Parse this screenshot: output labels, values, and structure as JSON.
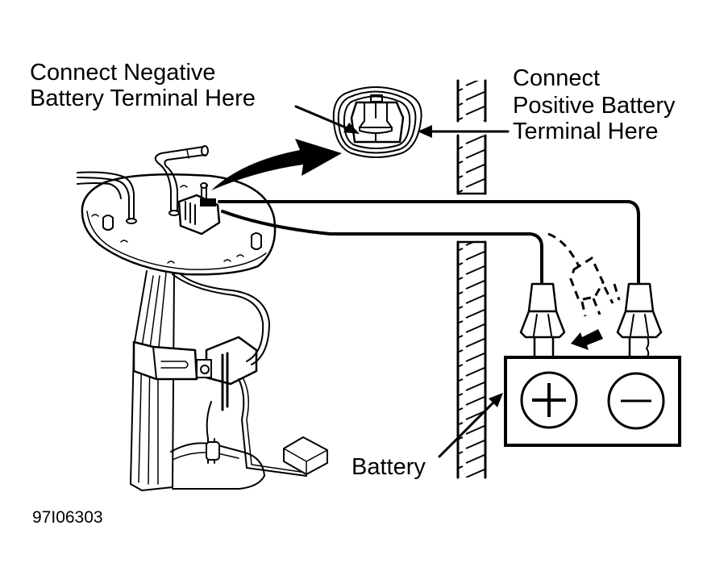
{
  "figure": {
    "id_label": "97I06303",
    "callouts": {
      "negative": [
        "Connect Negative",
        "Battery Terminal Here"
      ],
      "positive": [
        "Connect",
        "Positive Battery",
        "Terminal Here"
      ],
      "battery": "Battery"
    },
    "battery_terminals": {
      "positive_symbol": "+",
      "negative_symbol": "−"
    },
    "colors": {
      "ink": "#000000",
      "background": "#ffffff"
    }
  }
}
